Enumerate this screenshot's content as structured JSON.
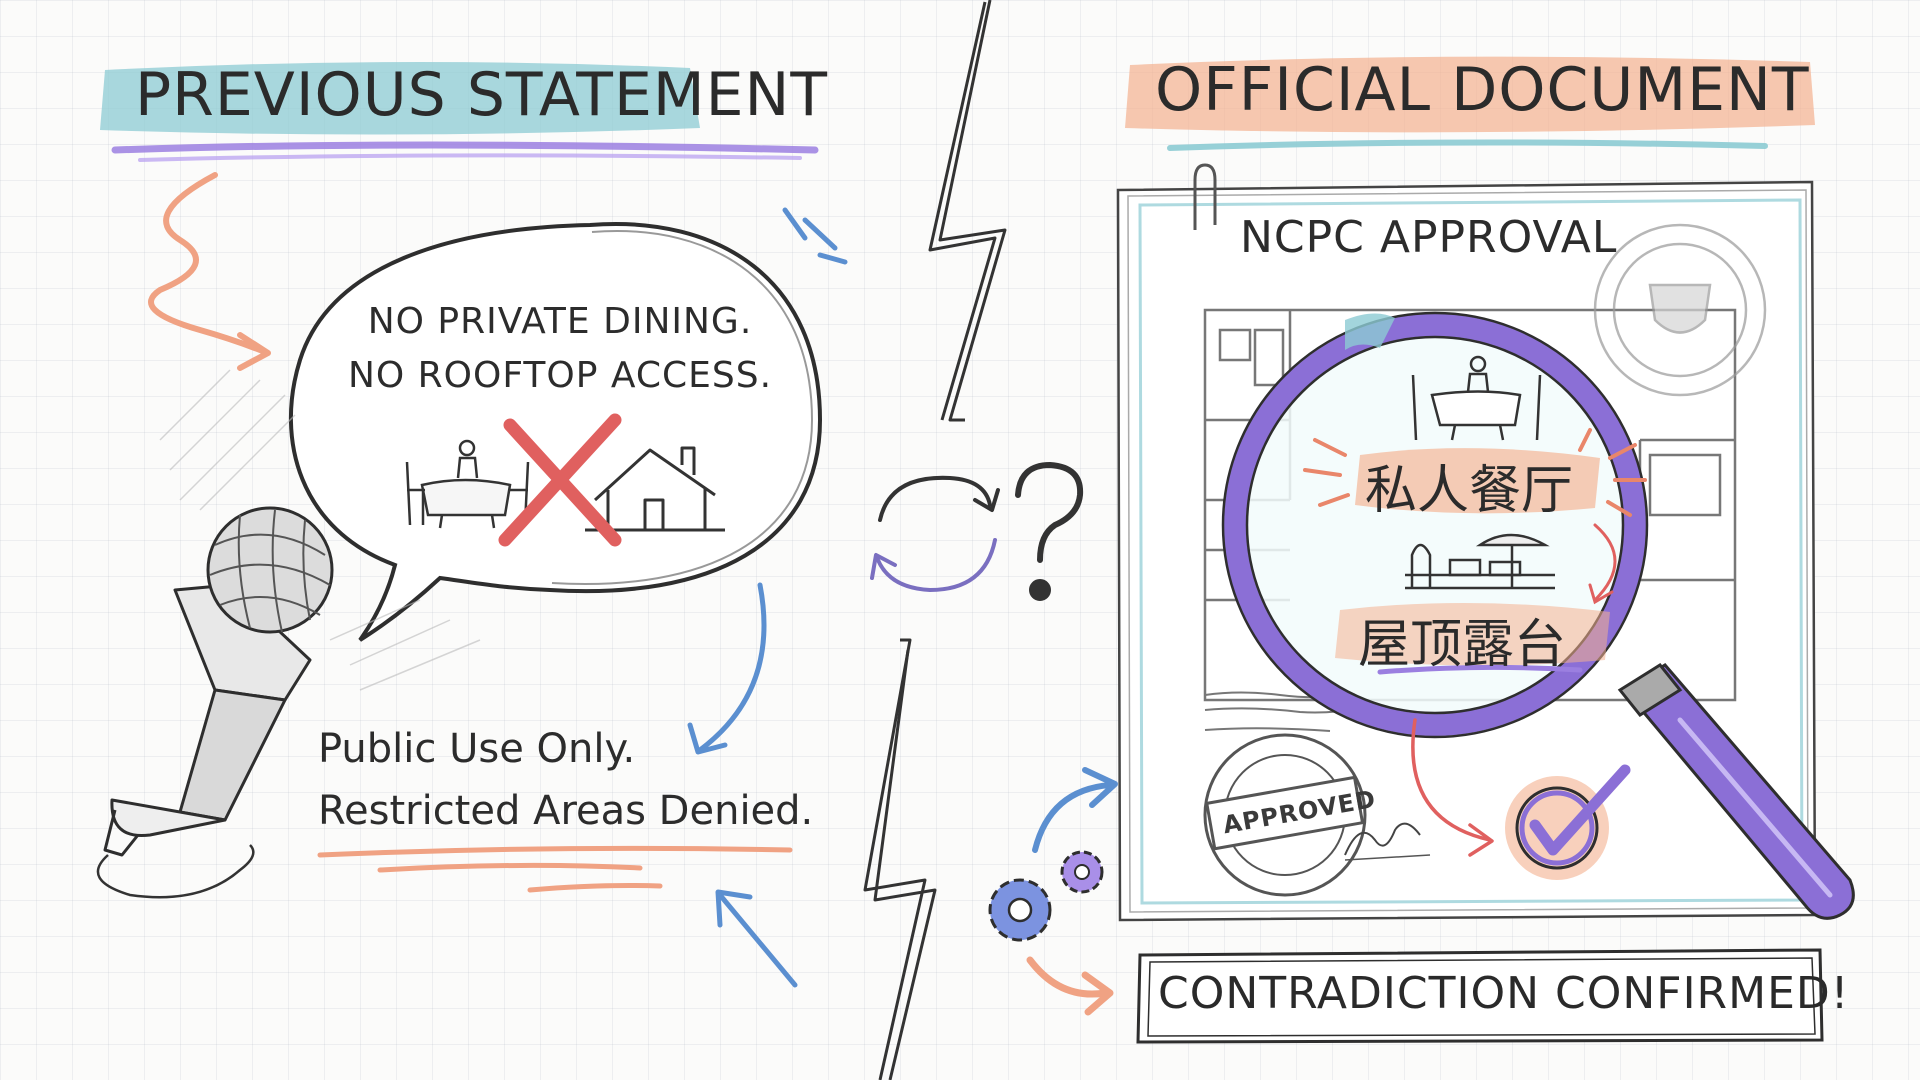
{
  "left": {
    "heading": "PREVIOUS STATEMENT",
    "bubble_line1": "NO PRIVATE DINING.",
    "bubble_line2": "NO ROOFTOP ACCESS.",
    "note_line1": "Public Use Only.",
    "note_line2": "Restricted Areas Denied."
  },
  "right": {
    "heading": "OFFICIAL DOCUMENT",
    "doc_title": "NCPC APPROVAL",
    "magnified_label1": "私人餐厅",
    "magnified_label2": "屋顶露台",
    "stamp_text": "APPROVED",
    "banner": "CONTRADICTION CONFIRMED!"
  },
  "icons": {
    "microphone": "microphone-icon",
    "dining_table": "dining-table-icon",
    "house": "house-icon",
    "cross": "cross-icon",
    "sync": "sync-arrows-icon",
    "question": "question-mark-icon",
    "magnifier": "magnifying-glass-icon",
    "checkmark": "checkmark-icon",
    "gears": "gears-icon",
    "paperclip": "paperclip-icon"
  },
  "colors": {
    "teal_highlight": "#8ccbd3",
    "orange_highlight": "#f4b08f",
    "purple_accent": "#8b6fd6",
    "red_cross": "#e0605f",
    "blue_arrow": "#5b8fd0",
    "ink": "#2b2b2b"
  }
}
